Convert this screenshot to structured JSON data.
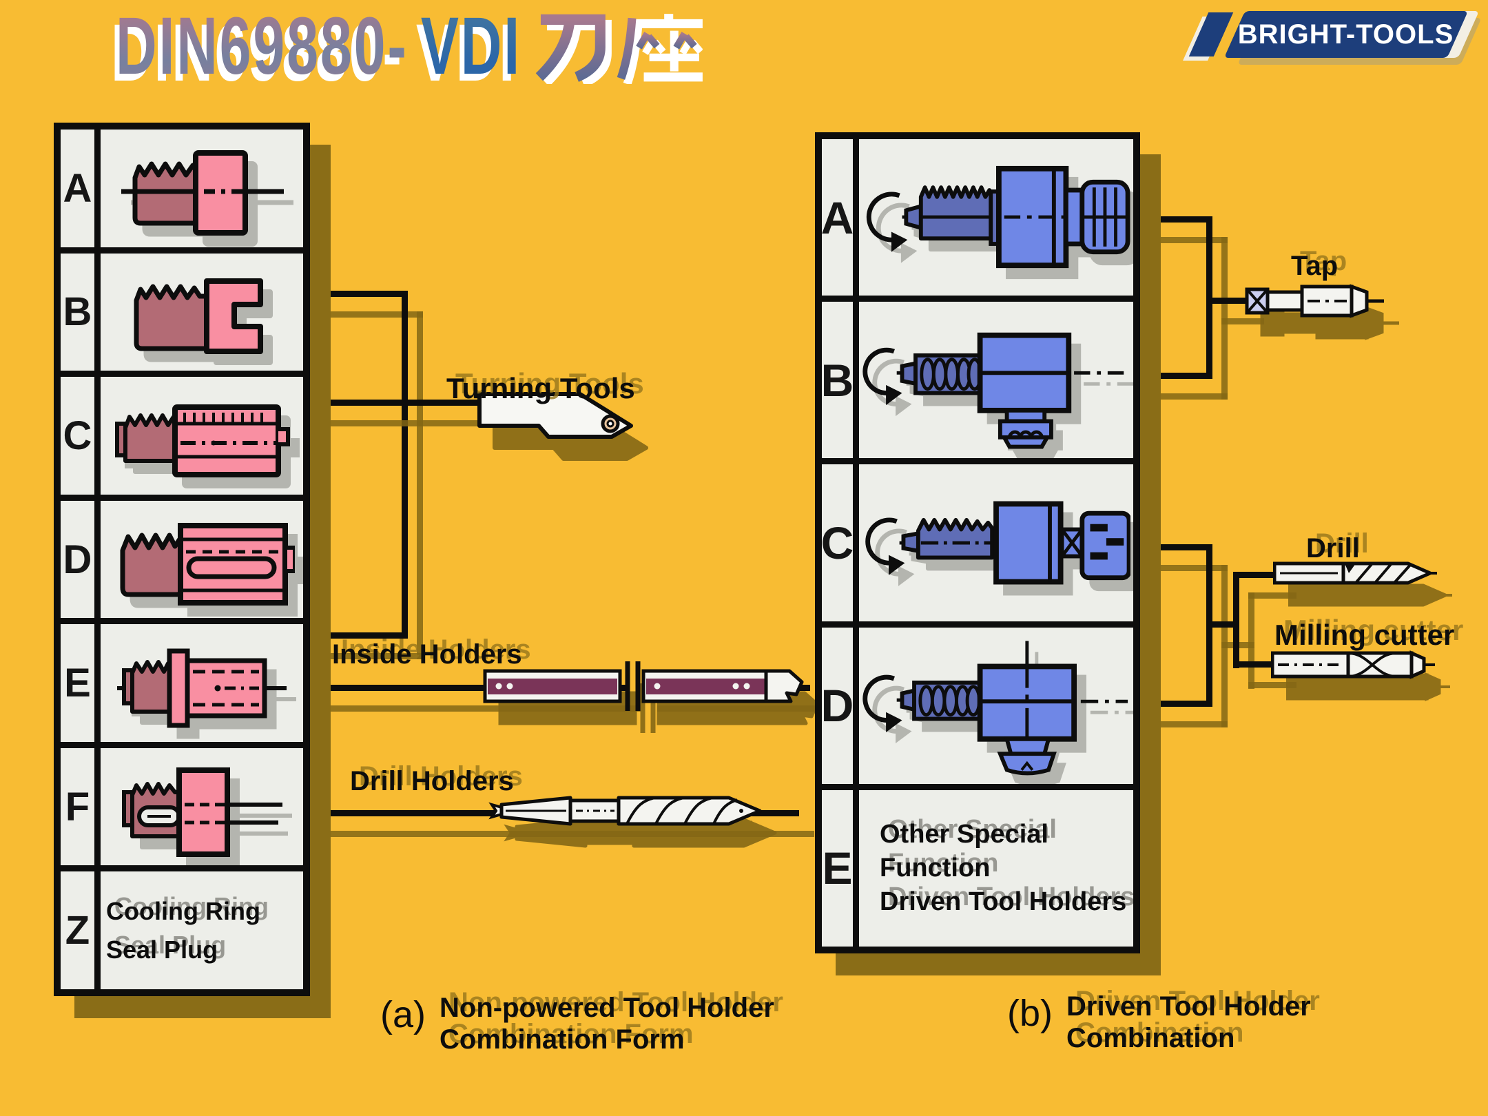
{
  "header": {
    "title": {
      "din": "DIN69880-",
      "vdi": "VDI",
      "cjk": "刀座"
    },
    "logo_text": "BRIGHT-TOOLS"
  },
  "left_table": {
    "rows": [
      {
        "key": "A"
      },
      {
        "key": "B"
      },
      {
        "key": "C"
      },
      {
        "key": "D"
      },
      {
        "key": "E"
      },
      {
        "key": "F"
      },
      {
        "key": "Z",
        "lines": [
          "Cooling Ring",
          "Seal Plug"
        ]
      }
    ]
  },
  "right_table": {
    "rows": [
      {
        "key": "A"
      },
      {
        "key": "B"
      },
      {
        "key": "C"
      },
      {
        "key": "D"
      },
      {
        "key": "E",
        "lines": [
          "Other Special Function",
          "Driven Tool Holders"
        ]
      }
    ]
  },
  "labels": {
    "turning_tools": "Turning Tools",
    "inside_holders": "Inside Holders",
    "drill_holders": "Drill Holders",
    "tap": "Tap",
    "drill": "Drill",
    "milling_cutter": "Milling cutter"
  },
  "captions": {
    "a": {
      "index": "(a)",
      "lines": [
        "Non-powered Tool Holder",
        "Combination Form"
      ]
    },
    "b": {
      "index": "(b)",
      "lines": [
        "Driven Tool Holder",
        "Combination"
      ]
    }
  },
  "colors": {
    "background": "#F8BC33",
    "panel": "#EDEEE9",
    "shadow_olive": "#8A6D17",
    "pink_light": "#F98FA2",
    "pink_dark": "#B36B75",
    "maroon_bar": "#7A3458",
    "blue_light": "#6F87E6",
    "blue_dark": "#5F6DB6",
    "logo_navy": "#1D3E7B",
    "title_blue": "#2E6CAB",
    "title_mauve": "#A6798F"
  }
}
